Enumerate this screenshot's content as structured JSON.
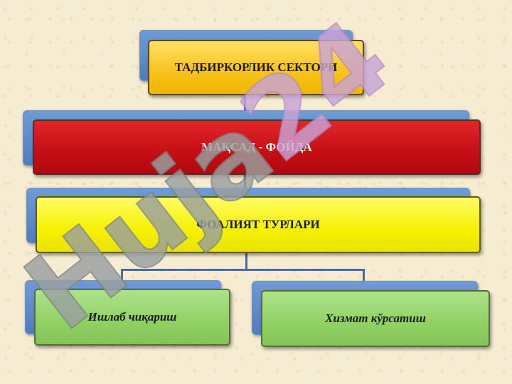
{
  "diagram": {
    "top_node": {
      "label": "ТАДБИРКОРЛИК СЕКТОРИ",
      "color": "#f7c21a"
    },
    "goal_node": {
      "label": "МАҚСАД - ФОЙДА",
      "color": "#c40f14"
    },
    "activity_node": {
      "label": "ФОАЛИЯТ ТУРЛАРИ",
      "color": "#f5f000"
    },
    "children": [
      {
        "label": "Ишлаб чиқариш",
        "color": "#8fd163"
      },
      {
        "label": "Хизмат кўрсатиш",
        "color": "#8fd163"
      }
    ],
    "back_box_color": "#5b88c9"
  },
  "watermark": {
    "text": "Huja24",
    "colors": [
      "#9aa0a0",
      "#c9a4d6"
    ]
  }
}
